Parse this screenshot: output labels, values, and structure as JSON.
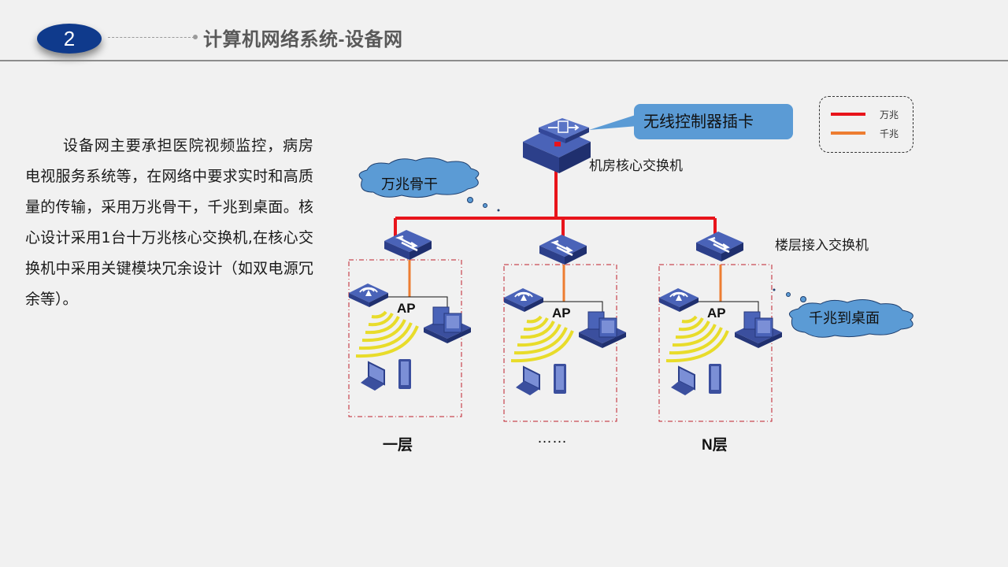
{
  "header": {
    "section_number": "2",
    "title": "计算机网络系统-设备网"
  },
  "body_text": "设备网主要承担医院视频监控，病房电视服务系统等，在网络中要求实时和高质量的传输，采用万兆骨干，千兆到桌面。核心设计采用1台十万兆核心交换机,在核心交换机中采用关键模块冗余设计（如双电源冗余等）。",
  "diagram": {
    "core_switch_label": "机房核心交换机",
    "wireless_controller_callout": "无线控制器插卡",
    "access_switch_label": "楼层接入交换机",
    "backbone_cloud": "万兆骨干",
    "desktop_cloud": "千兆到桌面",
    "legend": [
      {
        "label": "万兆",
        "color": "#e8141b"
      },
      {
        "label": "千兆",
        "color": "#ed7d31"
      }
    ],
    "floors": [
      {
        "label": "一层",
        "ap_label": "AP"
      },
      {
        "label": "……",
        "ap_label": "AP"
      },
      {
        "label": "N层",
        "ap_label": "AP"
      }
    ],
    "colors": {
      "ten_gig_line": "#e8141b",
      "gig_line": "#ed7d31",
      "device_blue": "#3b4f9e",
      "wifi_yellow": "#e8dc2a",
      "cloud_blue": "#5b9bd5",
      "floor_border": "#c0202a"
    }
  }
}
